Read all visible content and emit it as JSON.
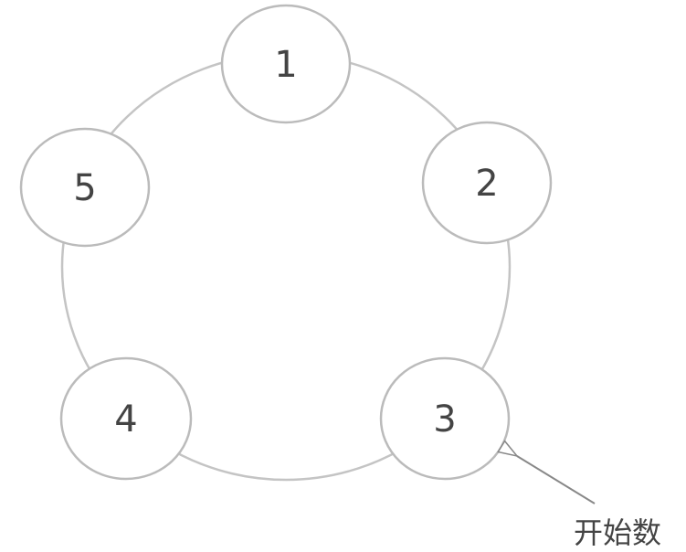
{
  "nodes": [
    {
      "label": "1"
    },
    {
      "label": "2"
    },
    {
      "label": "3"
    },
    {
      "label": "4"
    },
    {
      "label": "5"
    }
  ],
  "annotation": {
    "label": "开始数",
    "points_to": "3"
  },
  "colors": {
    "stroke": "#bbbbbb",
    "text": "#444444",
    "arrow": "#888888"
  }
}
